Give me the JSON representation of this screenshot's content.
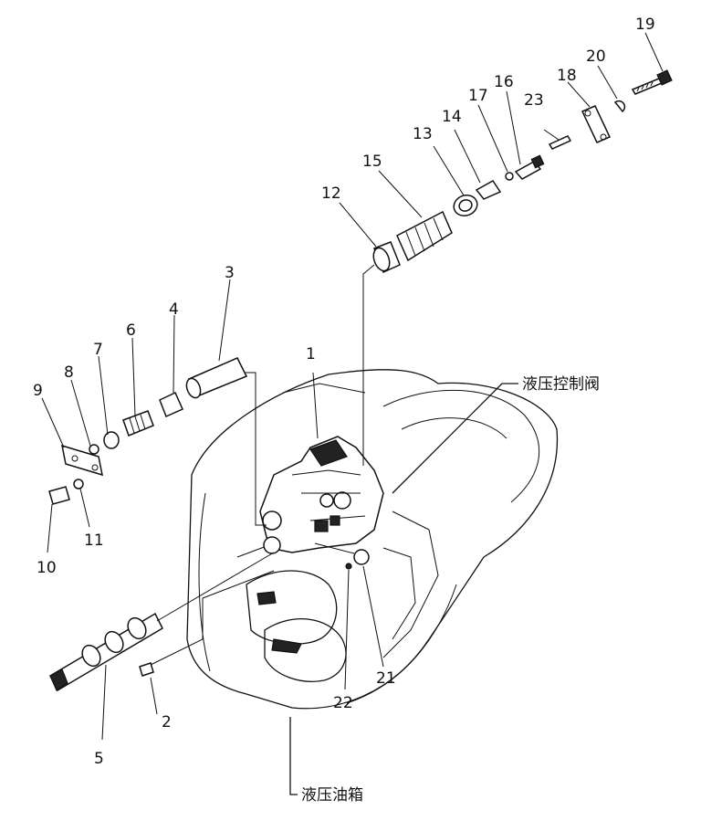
{
  "diagram": {
    "callouts": {
      "c1": "1",
      "c2": "2",
      "c3": "3",
      "c4": "4",
      "c5": "5",
      "c6": "6",
      "c7": "7",
      "c8": "8",
      "c9": "9",
      "c10": "10",
      "c11": "11",
      "c12": "12",
      "c13": "13",
      "c14": "14",
      "c15": "15",
      "c16": "16",
      "c17": "17",
      "c18": "18",
      "c19": "19",
      "c20": "20",
      "c21": "21",
      "c22": "22",
      "c23": "23"
    },
    "labels": {
      "control_valve": "液压控制阀",
      "oil_tank": "液压油箱"
    }
  }
}
